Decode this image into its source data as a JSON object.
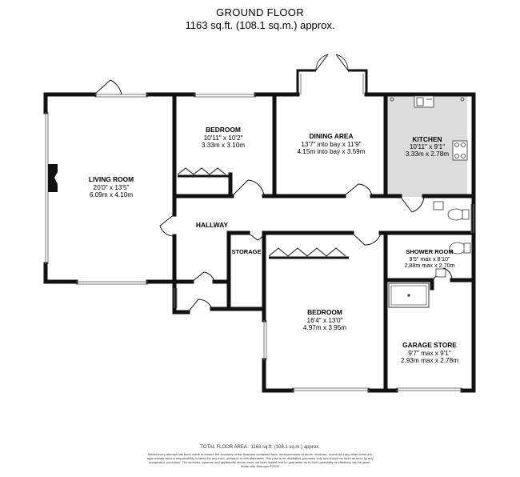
{
  "header": {
    "title": "GROUND FLOOR",
    "area": "1163 sq.ft. (108.1 sq.m.) approx."
  },
  "rooms": {
    "living_room": {
      "name": "LIVING ROOM",
      "imperial": "20'0\" x 13'5\"",
      "metric": "6.09m x 4.10m"
    },
    "bedroom_1": {
      "name": "BEDROOM",
      "imperial": "10'11\" x 10'2\"",
      "metric": "3.33m x 3.10m"
    },
    "dining_area": {
      "name": "DINING AREA",
      "imperial": "13'7\" into bay x 11'9\"",
      "metric": "4.15m into bay x 3.59m"
    },
    "kitchen": {
      "name": "KITCHEN",
      "imperial": "10'11\" x 9'1\"",
      "metric": "3.33m x 2.78m"
    },
    "hallway": {
      "name": "HALLWAY"
    },
    "storage": {
      "name": "STORAGE"
    },
    "shower_room": {
      "name": "SHOWER ROOM",
      "imperial": "9'5\" max x 8'10\"",
      "metric": "2.88m max x 2.70m"
    },
    "bedroom_2": {
      "name": "BEDROOM",
      "imperial": "16'4\" x 13'0\"",
      "metric": "4.97m x 3.95m"
    },
    "garage_store": {
      "name": "GARAGE STORE",
      "imperial": "9'7\" max x 9'1\"",
      "metric": "2.93m max x 2.78m"
    }
  },
  "footer": {
    "total": "TOTAL FLOOR AREA : 1163 sq.ft. (108.1 sq.m.) approx.",
    "disclaimer": "Whilst every attempt has been made to ensure the accuracy of the floorplan contained here, measurements of doors, windows, rooms and any other items are approximate and no responsibility is taken for any error, omission or mis-statement. This plan is for illustrative purposes only and should be used as such by any prospective purchaser. The services, systems and appliances shown have not been tested and no guarantee as to their operability or efficiency can be given.",
    "credit": "Made with Metropix ©2025"
  },
  "colors": {
    "wall": "#111111",
    "kitchen_fill": "#dcdcdc",
    "window": "#777777"
  }
}
